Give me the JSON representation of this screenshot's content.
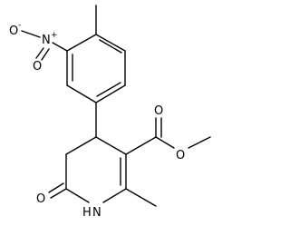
{
  "molecule": {
    "labels": {
      "nitro_n": "N",
      "nitro_n_charge": "+",
      "nitro_o_left": "O",
      "nitro_o_left_charge": "-",
      "nitro_o_bottom": "O",
      "ester_o_carbonyl": "O",
      "ester_o_ether": "O",
      "lactam_o": "O",
      "ring_nh": "H",
      "ring_n": "N"
    },
    "colors": {
      "bond": "#000000",
      "text": "#000000",
      "background": "#ffffff"
    }
  }
}
